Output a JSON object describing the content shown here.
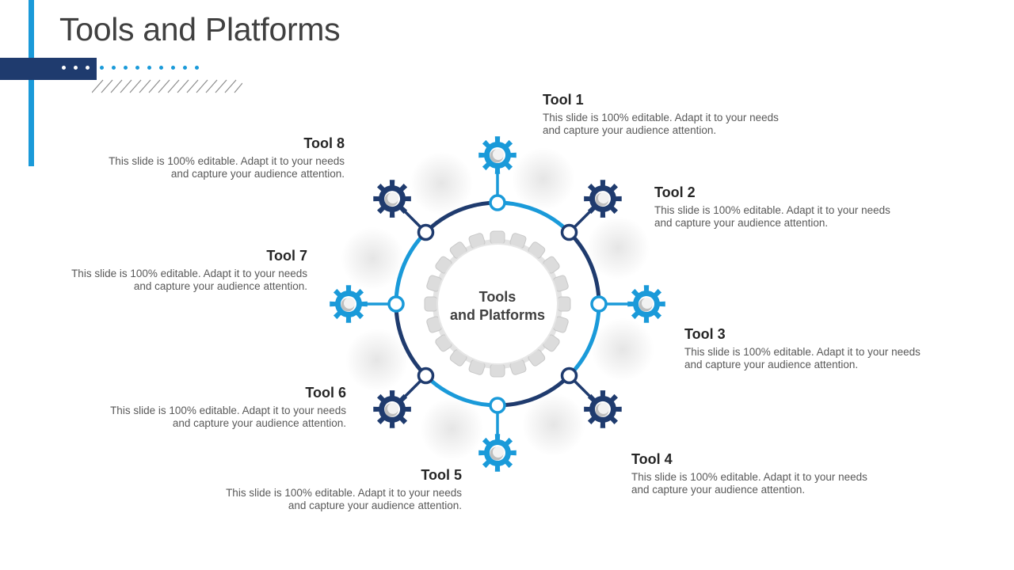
{
  "slide": {
    "title": "Tools and Platforms",
    "center_label_line1": "Tools",
    "center_label_line2": "and Platforms"
  },
  "colors": {
    "navy": "#1f3b6e",
    "blue": "#1a9ad9",
    "gray": "#d9d9d9"
  },
  "tools": [
    {
      "title": "Tool 1",
      "text": "This slide is 100% editable. Adapt it to your needs and capture your audience attention.",
      "icon": "gear-icon"
    },
    {
      "title": "Tool 2",
      "text": "This slide is 100% editable. Adapt it to your needs and capture your audience attention.",
      "icon": "gear-icon"
    },
    {
      "title": "Tool 3",
      "text": "This slide is 100% editable. Adapt it to your needs and capture your audience attention.",
      "icon": "gear-icon"
    },
    {
      "title": "Tool 4",
      "text": "This slide is 100% editable. Adapt it to your needs and capture your audience attention.",
      "icon": "gear-icon"
    },
    {
      "title": "Tool 5",
      "text": "This slide is 100% editable. Adapt it to your needs and capture your audience attention.",
      "icon": "gear-icon"
    },
    {
      "title": "Tool 6",
      "text": "This slide is 100% editable. Adapt it to your needs and capture your audience attention.",
      "icon": "gear-icon"
    },
    {
      "title": "Tool 7",
      "text": "This slide is 100% editable. Adapt it to your needs and capture your audience attention.",
      "icon": "gear-icon"
    },
    {
      "title": "Tool 8",
      "text": "This slide is 100% editable. Adapt it to your needs and capture your audience attention.",
      "icon": "gear-icon"
    }
  ]
}
